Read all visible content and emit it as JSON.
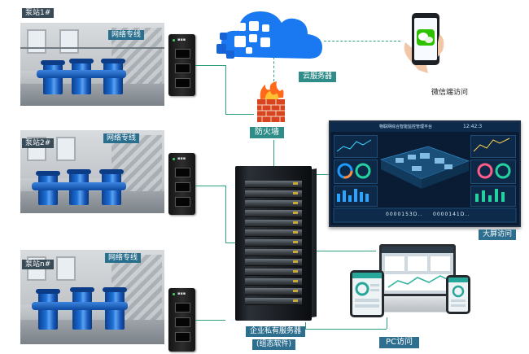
{
  "stations": [
    {
      "name": "泵站1#",
      "link": "网络专线"
    },
    {
      "name": "泵站2#",
      "link": "网络专线"
    },
    {
      "name": "泵站n#",
      "link": "网络专线"
    }
  ],
  "cloud": {
    "label": "云服务器"
  },
  "wechat": {
    "label": "微信端访问"
  },
  "firewall": {
    "label": "防火墙"
  },
  "dashboard": {
    "title": "物联网综合智能监控管理平台",
    "clock": "12:42:3",
    "counter_left": "0000153D..",
    "counter_right": "0000141D..",
    "label": "大屏访问"
  },
  "server": {
    "label_line1": "企业私有服务器",
    "label_line2": "(组态软件)"
  },
  "pc": {
    "label": "PC访问"
  },
  "colors": {
    "connector": "#2f9e7c",
    "label_teal": "#2f8c88",
    "cloud_blue": "#1877f2",
    "pump_blue": "#1d6fd6"
  }
}
